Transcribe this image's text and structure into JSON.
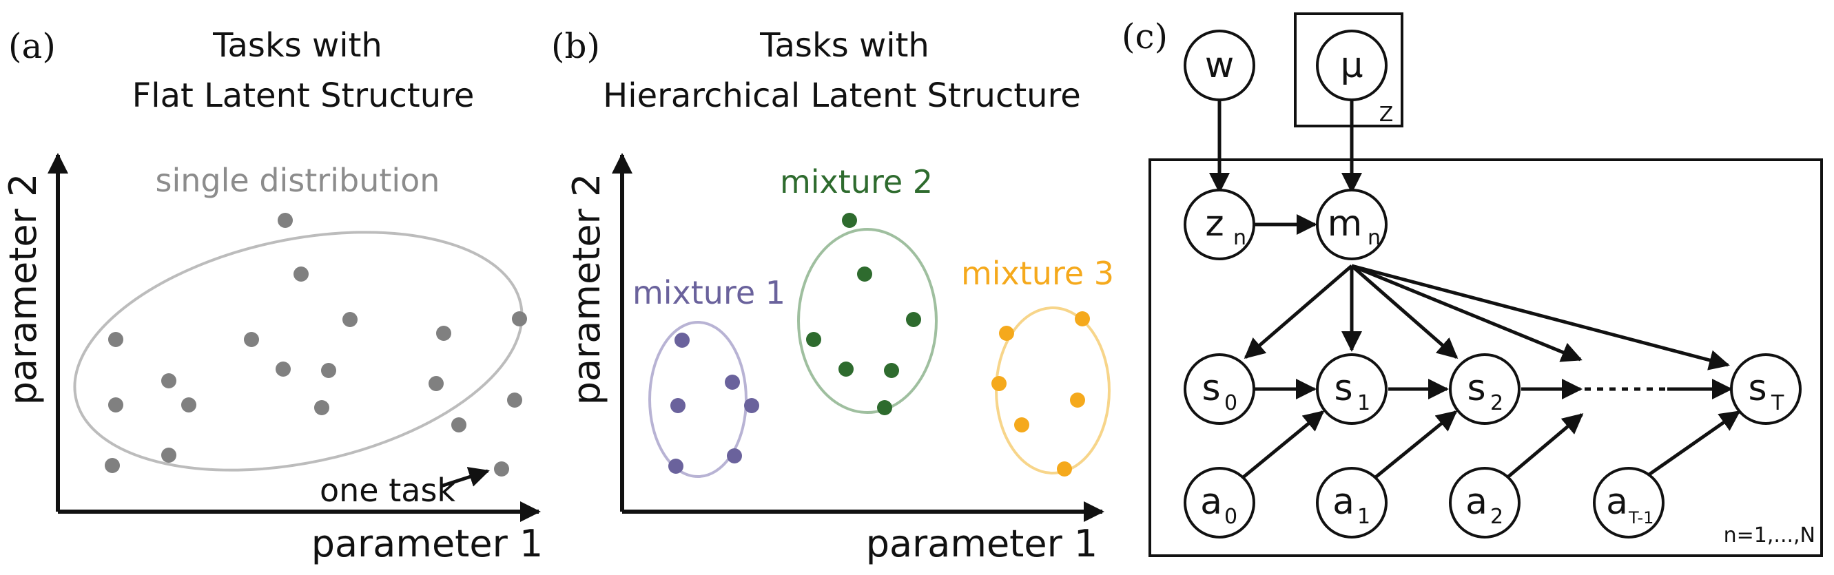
{
  "panels": [
    {
      "id": "a",
      "label": "(a)",
      "title_lines": [
        "Tasks with",
        "Flat Latent Structure"
      ],
      "xlabel": "parameter 1",
      "ylabel": "parameter 2",
      "cluster_label": "single distribution",
      "annotation": "one task",
      "colors": {
        "points": "#808080",
        "ellipse": "#bcbcbc",
        "label": "#8c8c8c"
      }
    },
    {
      "id": "b",
      "label": "(b)",
      "title_lines": [
        "Tasks with",
        "Hierarchical Latent Structure"
      ],
      "xlabel": "parameter 1",
      "ylabel": "parameter 2",
      "mixtures": [
        {
          "label": "mixture 1",
          "point_color": "#6a629c",
          "ellipse_color": "#b8b3d4"
        },
        {
          "label": "mixture 2",
          "point_color": "#2e6b2e",
          "ellipse_color": "#9fbf9f"
        },
        {
          "label": "mixture 3",
          "point_color": "#f5a91c",
          "ellipse_color": "#f7d58a"
        }
      ]
    },
    {
      "id": "c",
      "label": "(c)",
      "plate_outer_label": "n=1,...,N",
      "plate_inner_label": "Z",
      "nodes": [
        {
          "id": "w",
          "base": "w",
          "sub": ""
        },
        {
          "id": "mu",
          "base": "μ",
          "sub": ""
        },
        {
          "id": "zn",
          "base": "z",
          "sub": "n"
        },
        {
          "id": "mn",
          "base": "m",
          "sub": "n"
        },
        {
          "id": "s0",
          "base": "s",
          "sub": "0"
        },
        {
          "id": "s1",
          "base": "s",
          "sub": "1"
        },
        {
          "id": "s2",
          "base": "s",
          "sub": "2"
        },
        {
          "id": "sT",
          "base": "s",
          "sub": "T"
        },
        {
          "id": "a0",
          "base": "a",
          "sub": "0"
        },
        {
          "id": "a1",
          "base": "a",
          "sub": "1"
        },
        {
          "id": "a2",
          "base": "a",
          "sub": "2"
        },
        {
          "id": "aT1",
          "base": "a",
          "sub": "T-1"
        }
      ]
    }
  ]
}
